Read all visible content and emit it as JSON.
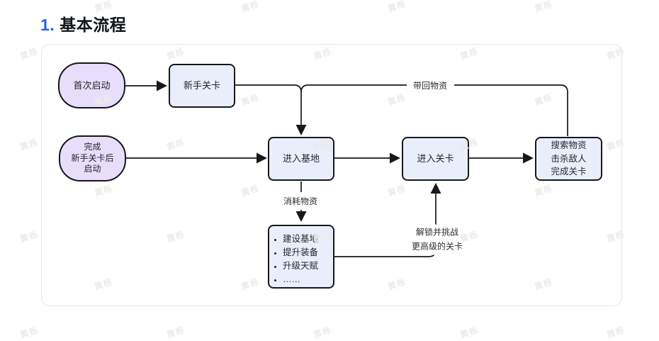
{
  "page": {
    "title_number": "1.",
    "title_text": "基本流程"
  },
  "watermark": {
    "text": "黄栎"
  },
  "flowchart": {
    "nodes": {
      "first_launch": {
        "label": "首次启动"
      },
      "tutorial_level": {
        "label": "新手关卡"
      },
      "post_tutorial_launch": {
        "lines": [
          "完成",
          "新手关卡后",
          "启动"
        ]
      },
      "enter_base": {
        "label": "进入基地"
      },
      "enter_level": {
        "label": "进入关卡"
      },
      "level_actions": {
        "lines": [
          "搜索物资",
          "击杀敌人",
          "完成关卡"
        ]
      },
      "base_upgrades": {
        "items": [
          "建设基地",
          "提升装备",
          "升级天赋",
          "……"
        ]
      }
    },
    "edge_labels": {
      "bring_back_supplies": "带回物资",
      "consume_supplies": "消耗物资",
      "unlock_challenge": [
        "解锁并挑战",
        "更高级的关卡"
      ]
    },
    "colors": {
      "accent": "#2563eb",
      "oval_fill": "#e8defb",
      "rect_fill": "#eaeefa",
      "stroke": "#17171c",
      "card_border": "#e6e6e6",
      "watermark": "#ebebeb"
    }
  }
}
